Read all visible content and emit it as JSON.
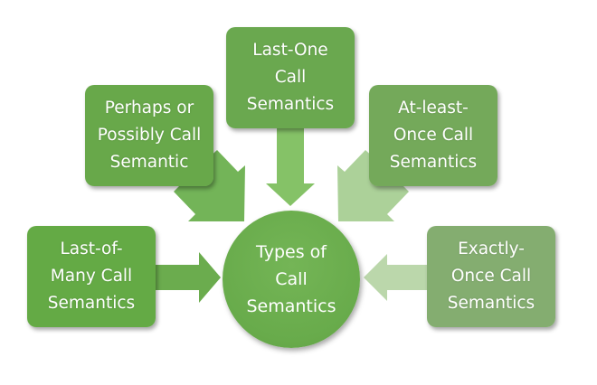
{
  "diagram": {
    "title": "Types of Call Semantics",
    "center": {
      "label": "Types of Call Semantics",
      "lines": [
        "Types of",
        "Call",
        "Semantics"
      ]
    },
    "nodes": [
      {
        "id": "last-one",
        "lines": [
          "Last-One",
          "Call",
          "Semantics"
        ],
        "color": "#6aa84f",
        "arrow_color": "#7ebf5f",
        "arrow_direction": "down"
      },
      {
        "id": "perhaps",
        "lines": [
          "Perhaps or",
          "Possibly Call",
          "Semantic"
        ],
        "color": "#68a84a",
        "arrow_color": "#6cb04f",
        "arrow_direction": "down-right"
      },
      {
        "id": "at-least-once",
        "lines": [
          "At-least-",
          "Once Call",
          "Semantics"
        ],
        "color": "#74a95a",
        "arrow_color": "#a8cf93",
        "arrow_direction": "down-left"
      },
      {
        "id": "last-of-many",
        "lines": [
          "Last-of-",
          "Many Call",
          "Semantics"
        ],
        "color": "#64aa45",
        "arrow_color": "#63a844",
        "arrow_direction": "right"
      },
      {
        "id": "exactly-once",
        "lines": [
          "Exactly-",
          "Once Call",
          "Semantics"
        ],
        "color": "#84ad70",
        "arrow_color": "#b7d5a7",
        "arrow_direction": "left"
      }
    ],
    "center_color": "#68ab4b"
  }
}
